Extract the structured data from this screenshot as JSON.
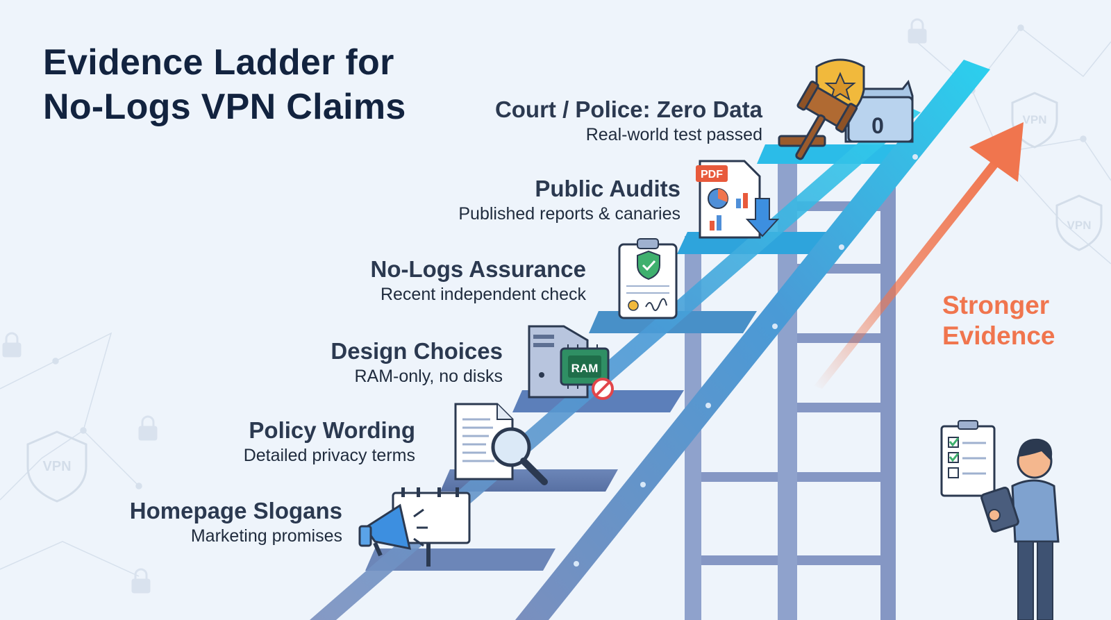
{
  "title": [
    "Evidence Ladder for",
    "No-Logs VPN Claims"
  ],
  "steps": [
    {
      "heading": "Court / Police: Zero Data",
      "subtext": "Real-world test passed",
      "icon": "gavel-badge-folder-icon"
    },
    {
      "heading": "Public Audits",
      "subtext": "Published reports & canaries",
      "icon": "pdf-report-icon"
    },
    {
      "heading": "No-Logs Assurance",
      "subtext": "Recent independent check",
      "icon": "certificate-clipboard-icon"
    },
    {
      "heading": "Design Choices",
      "subtext": "RAM-only, no disks",
      "icon": "ram-server-icon"
    },
    {
      "heading": "Policy Wording",
      "subtext": "Detailed privacy terms",
      "icon": "document-magnifier-icon"
    },
    {
      "heading": "Homepage Slogans",
      "subtext": "Marketing promises",
      "icon": "megaphone-billboard-icon"
    }
  ],
  "arrow_label": [
    "Stronger",
    "Evidence"
  ],
  "icon_labels": {
    "pdf": "PDF",
    "ram": "RAM",
    "zero": "0",
    "vpn": "VPN"
  },
  "colors": {
    "background": "#eef4fb",
    "title": "#12233f",
    "ladder_rail": "#7a8fbe",
    "ladder_top": "#2bbce8",
    "arrow": "#f0754e"
  }
}
